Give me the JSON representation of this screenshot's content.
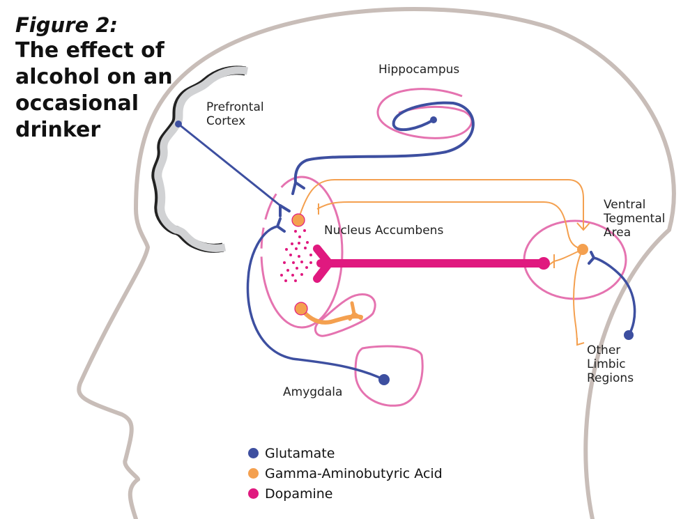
{
  "figure": {
    "label": "Figure 2:",
    "title": "The effect of\nalcohol on an\noccasional\ndrinker"
  },
  "regions": {
    "hippocampus": "Hippocampus",
    "prefrontal_cortex": "Prefrontal\nCortex",
    "nucleus_accumbens": "Nucleus Accumbens",
    "ventral_tegmental_area": "Ventral\nTegmental\nArea",
    "other_limbic_regions": "Other\nLimbic\nRegions",
    "amygdala": "Amygdala"
  },
  "legend": [
    {
      "label": "Glutamate",
      "color": "#3d4fa0"
    },
    {
      "label": "Gamma-Aminobutyric Acid",
      "color": "#f4a04f"
    },
    {
      "label": "Dopamine",
      "color": "#e0197f"
    }
  ],
  "colors": {
    "head_outline": "#c8bdb8",
    "cortex_fill": "#d1d2d4",
    "region_outline": "#e573b0",
    "glutamate": "#3d4fa0",
    "gaba": "#f4a04f",
    "dopamine": "#e0197f"
  }
}
